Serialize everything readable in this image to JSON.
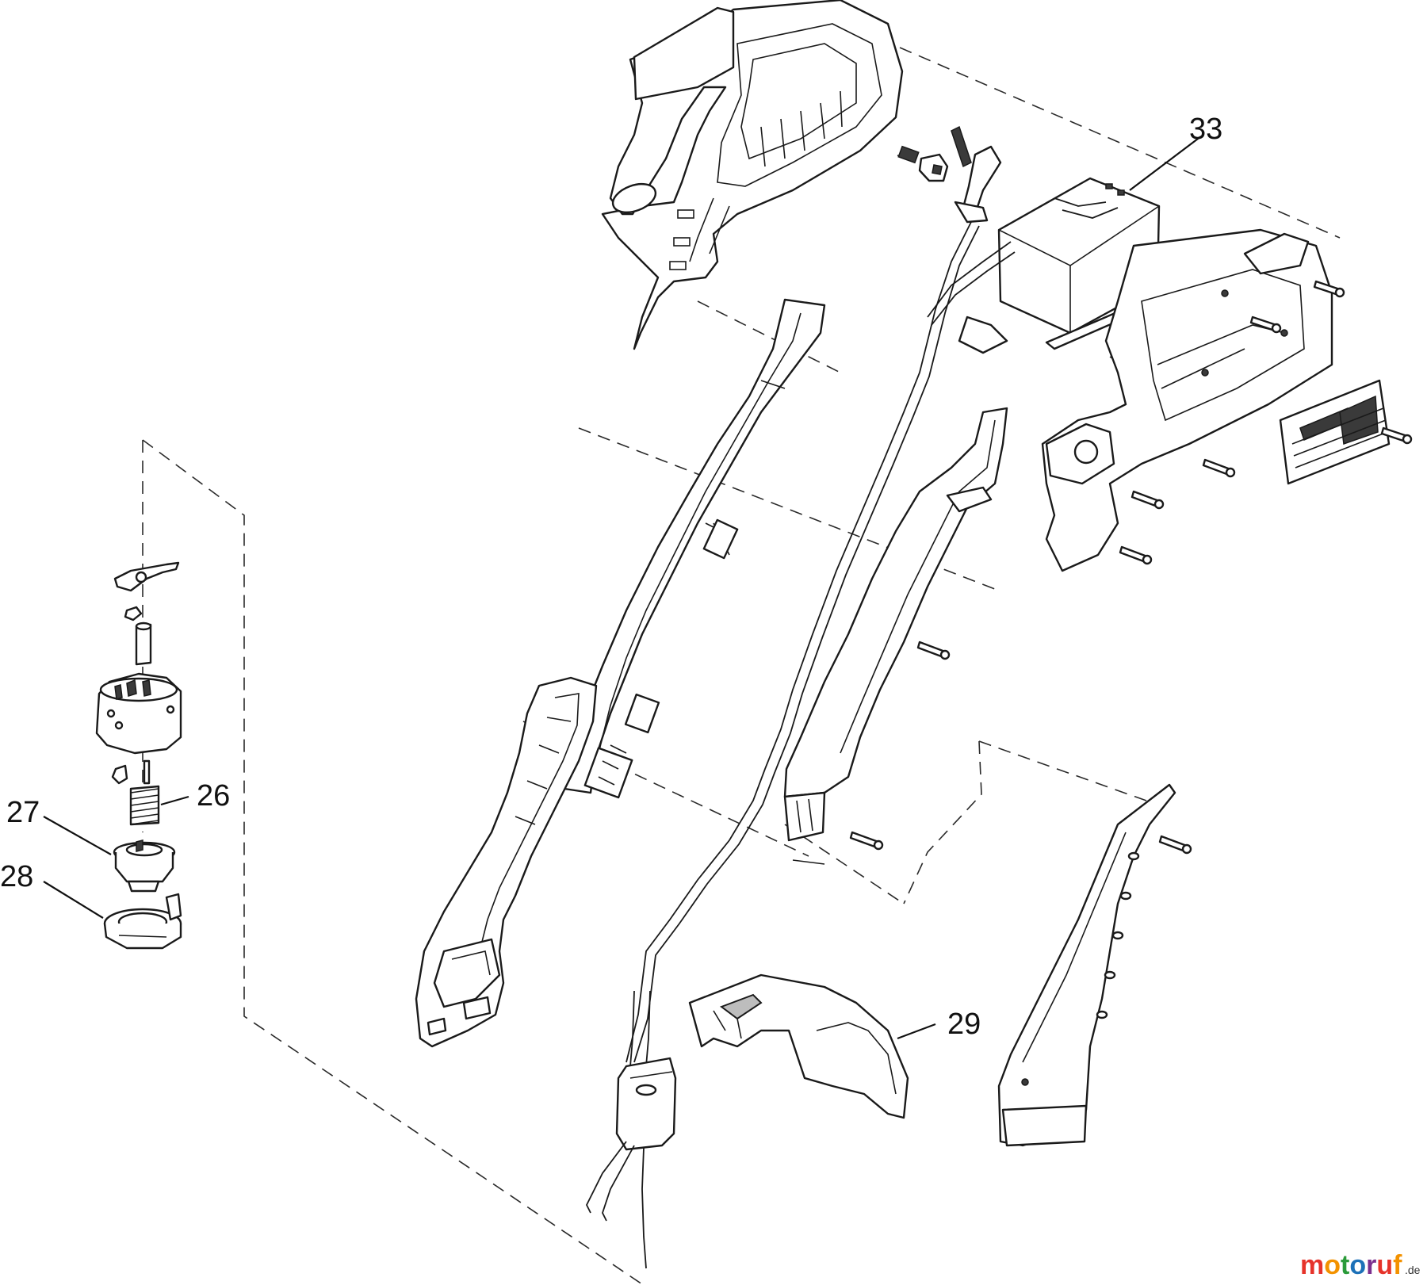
{
  "callouts": {
    "c26": "26",
    "c27": "27",
    "c28": "28",
    "c29": "29",
    "c33": "33"
  },
  "watermark": {
    "letters": [
      "m",
      "o",
      "t",
      "o",
      "r",
      "u",
      "f"
    ],
    "suffix": ".de",
    "colors": [
      "#e6332a",
      "#f39200",
      "#2b9b3a",
      "#1d71b8",
      "#7b2f8e",
      "#e6332a",
      "#f39200"
    ]
  }
}
